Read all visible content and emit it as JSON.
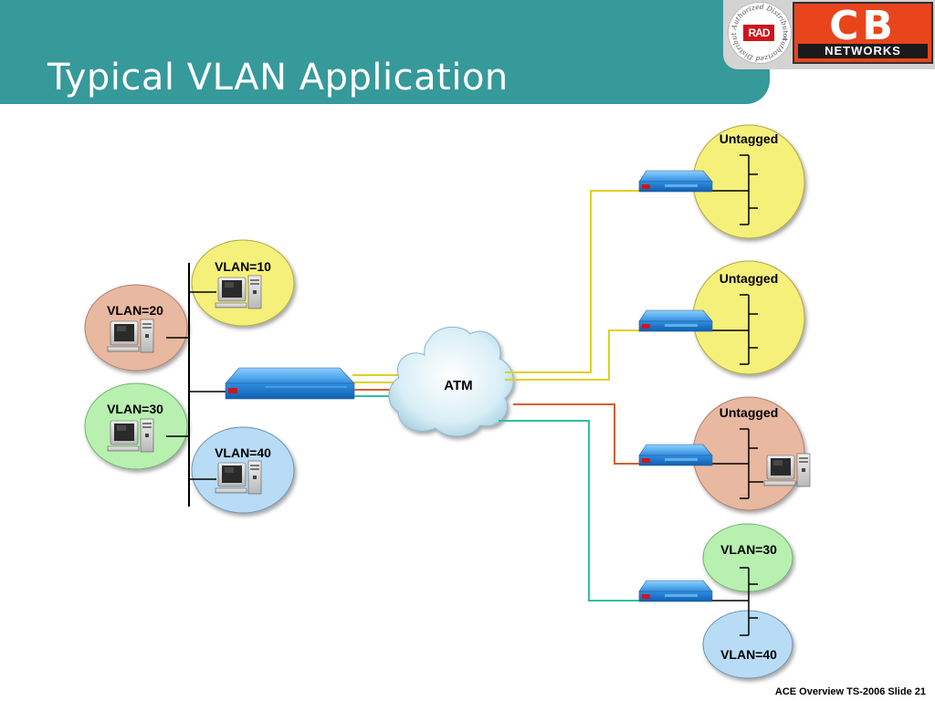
{
  "slide": {
    "title": "Typical VLAN Application",
    "footer": "ACE Overview TS-2006  Slide 21"
  },
  "logos": {
    "rad_label": "RAD",
    "rad_ring_text": "Authorized Distributor",
    "cb_letters": "CB",
    "cb_subtitle": "NETWORKS"
  },
  "diagram": {
    "left_group": {
      "vlan10": "VLAN=10",
      "vlan20": "VLAN=20",
      "vlan30": "VLAN=30",
      "vlan40": "VLAN=40"
    },
    "cloud_label": "ATM",
    "right_sites": {
      "site1": "Untagged",
      "site2": "Untagged",
      "site3": "Untagged",
      "site4_top": "VLAN=30",
      "site4_bottom": "VLAN=40"
    }
  },
  "colors": {
    "header": "#36999a",
    "yellow_vlan": "#f5f07a",
    "salmon_vlan": "#e8b8a0",
    "green_vlan": "#b8f0b0",
    "blue_vlan": "#b8dcf5",
    "yellow_link": "#e0d020",
    "orange_link": "#d06030",
    "teal_link": "#30c0a0",
    "device_blue": "#2f8ee0"
  }
}
